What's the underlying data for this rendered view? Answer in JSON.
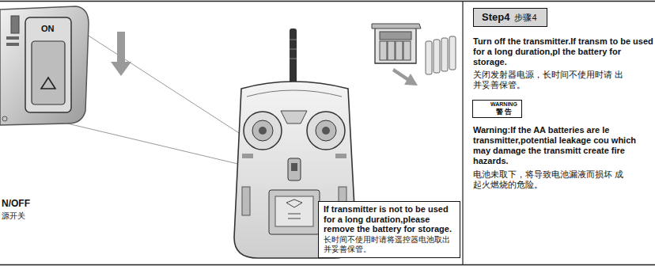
{
  "diagram": {
    "nodes": [
      {
        "text": [
          "If transmitter is not to be used for a long duration,please remove the battery for storage.",
          "长时间不使用时请将遥控器电池取出并妥善保管。"
        ]
      },
      {
        "text": [
          "Step4",
          "步骤4"
        ]
      },
      {
        "text": [
          "WARNING",
          "警 告"
        ]
      }
    ],
    "labels": [
      "ON",
      "N/OFF",
      "源开关",
      "Turn off the transmitter.If transm to be used for a long duration,pl the battery for storage.",
      "关闭发射器电源，长时间不使用时请 出并妥善保管。",
      "Warning:If the AA batteries are le transmitter,potential leakage cou which may damage the transmitt create fire hazards.",
      "电池未取下，将导致电池漏液而损坏 成起火燃烧的危险。"
    ]
  }
}
